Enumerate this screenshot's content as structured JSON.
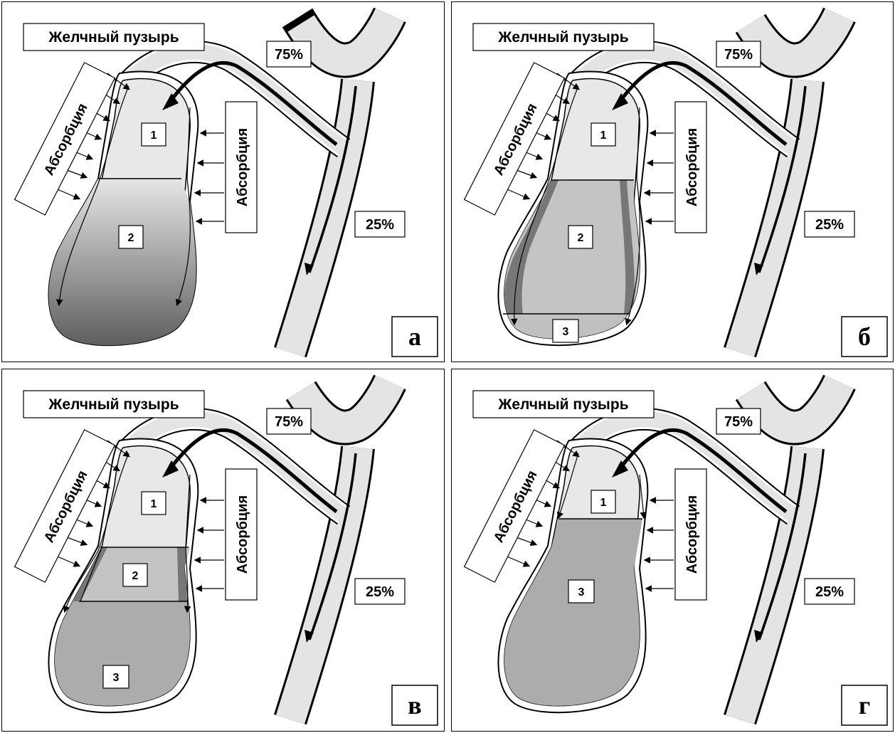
{
  "panels": [
    {
      "id": "a",
      "letter": "а",
      "title": "Желчный пузырь",
      "pct_top": "75%",
      "pct_bottom": "25%",
      "absorption": "Абсорбция",
      "zones": [
        "1",
        "2"
      ]
    },
    {
      "id": "b",
      "letter": "б",
      "title": "Желчный пузырь",
      "pct_top": "75%",
      "pct_bottom": "25%",
      "absorption": "Абсорбция",
      "zones": [
        "1",
        "2",
        "3"
      ]
    },
    {
      "id": "v",
      "letter": "в",
      "title": "Желчный пузырь",
      "pct_top": "75%",
      "pct_bottom": "25%",
      "absorption": "Абсорбция",
      "zones": [
        "1",
        "2",
        "3"
      ]
    },
    {
      "id": "g",
      "letter": "г",
      "title": "Желчный пузырь",
      "pct_top": "75%",
      "pct_bottom": "25%",
      "absorption": "Абсорбция",
      "zones": [
        "1",
        "3"
      ]
    }
  ],
  "colors": {
    "zone1": "#e8e8e8",
    "zone2_gradient_top": "#e6e6e6",
    "zone2_gradient_bottom": "#5a5a5a",
    "zone2_flat": "#c4c4c4",
    "zone3_b": "#c0c0c0",
    "zone3": "#acacac",
    "wall_band": "#777777",
    "duct": "#e4e4e4"
  }
}
